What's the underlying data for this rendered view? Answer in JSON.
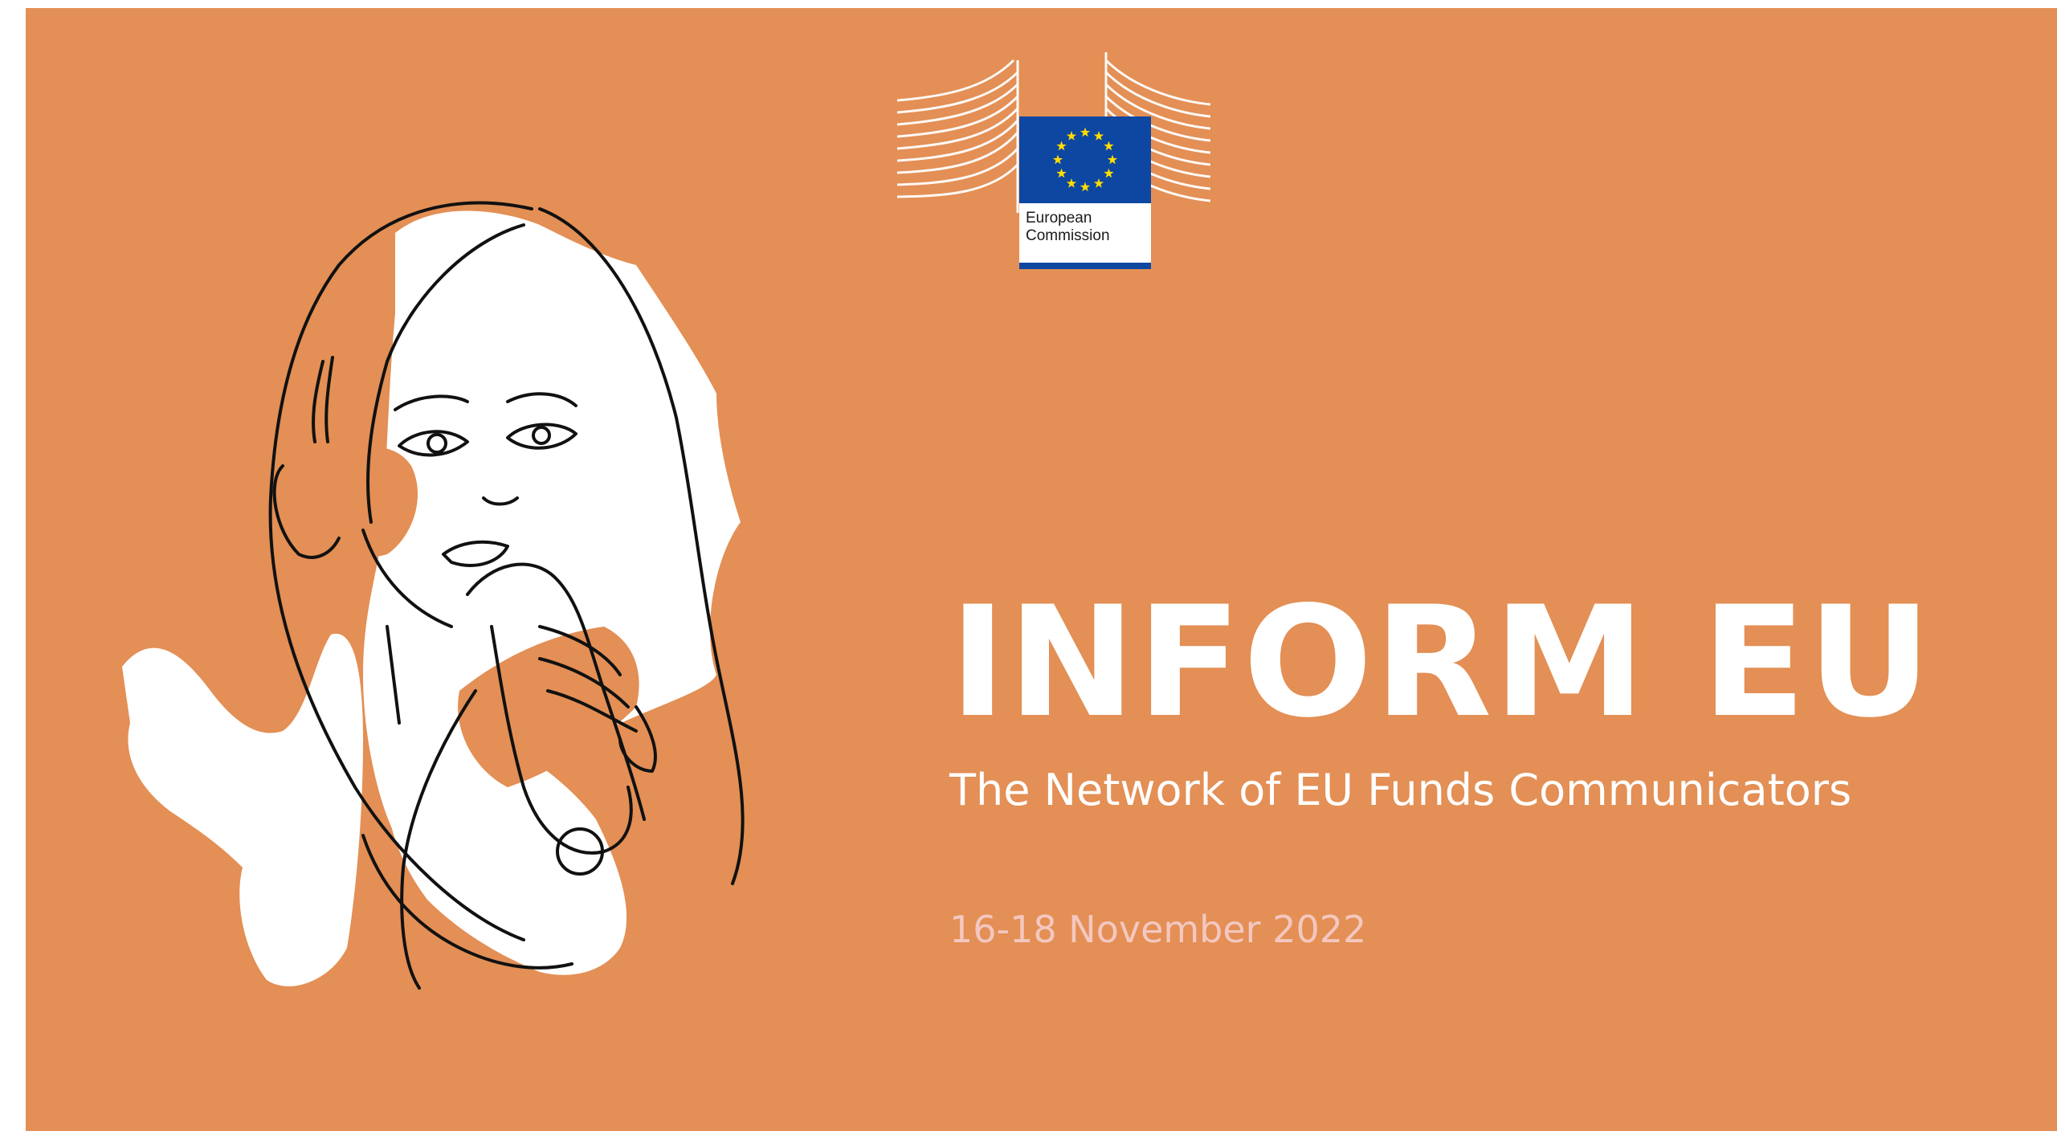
{
  "colors": {
    "background": "#E38F55",
    "title": "#FFFFFF",
    "subtitle": "#FFFFFF",
    "date": "#F4C7C0",
    "eu_blue": "#0E47A1",
    "eu_yellow": "#FFDD00",
    "line_art": "#111111"
  },
  "logo": {
    "line1": "European",
    "line2": "Commission",
    "icon": "eu-flag-icon"
  },
  "illustration": {
    "icon": "woman-speaking-into-microphone-icon"
  },
  "title": "INFORM EU",
  "subtitle": "The Network of EU Funds Communicators",
  "date": "16-18 November 2022"
}
